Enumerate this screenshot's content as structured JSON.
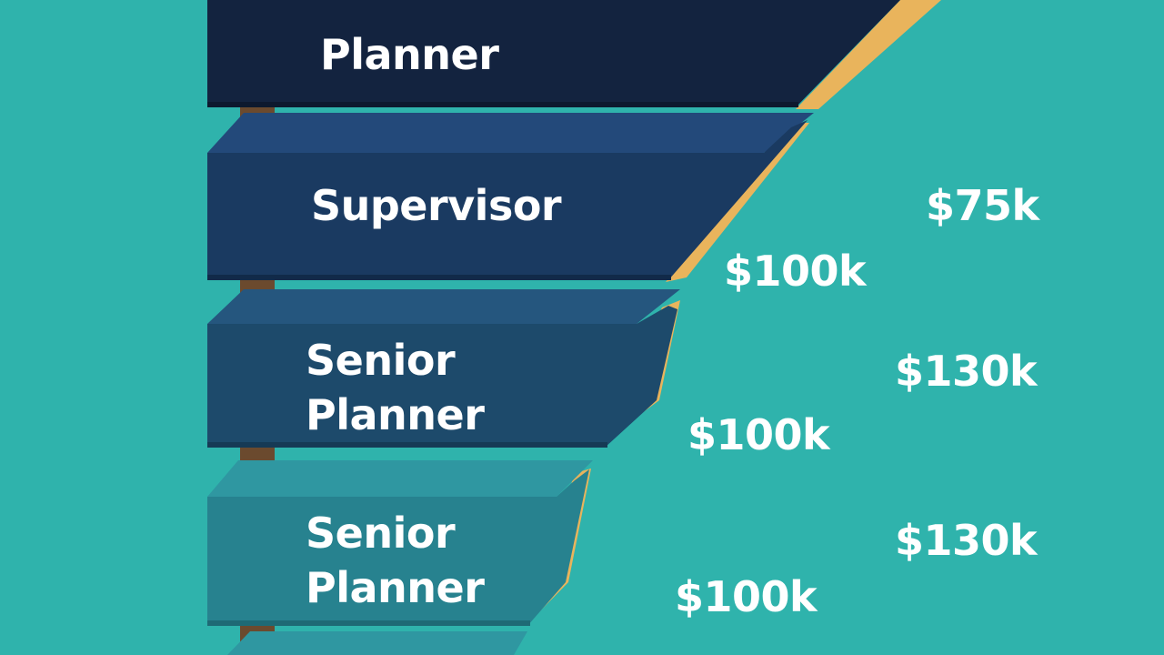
{
  "background_color": "#2fb3ac",
  "accent_color": "#e9b45c",
  "tiers": [
    {
      "label": "Planner",
      "color": "#13233f"
    },
    {
      "label": "Supervisor",
      "color": "#1a3a61"
    },
    {
      "label": "Senior Planner",
      "color": "#1d4a6b"
    },
    {
      "label": "Senior Planner",
      "color": "#27828f"
    },
    {
      "label": "",
      "color": "#2a8f98"
    }
  ],
  "salaries": [
    "$75k",
    "$100k",
    "$130k",
    "$100k",
    "$130k",
    "$100k"
  ]
}
